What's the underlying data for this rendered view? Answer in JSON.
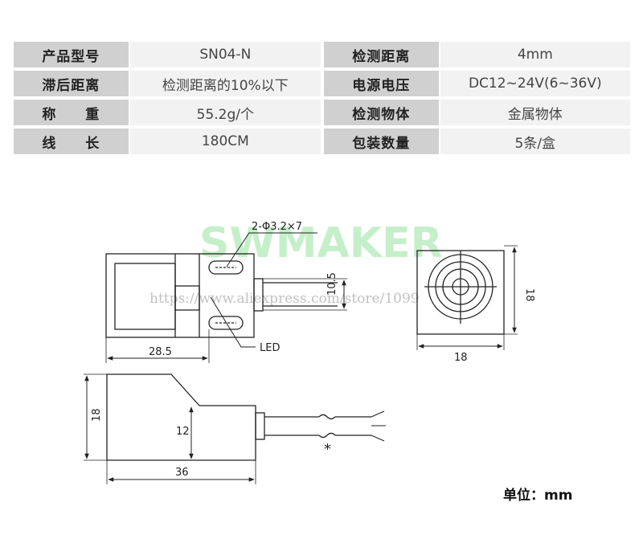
{
  "specs": [
    {
      "label1": "产品型号",
      "value1": "SN04-N",
      "label2": "检测距离",
      "value2": "4mm"
    },
    {
      "label1": "滞后距离",
      "value1": "检测距离的10%以下",
      "label2": "电源电压",
      "value2": "DC12~24V(6~36V)"
    },
    {
      "label1": "称　　重",
      "value1": "55.2g/个",
      "label2": "检测物体",
      "value2": "金属物体"
    },
    {
      "label1": "线　　长",
      "value1": "180CM",
      "label2": "包装数量",
      "value2": "5条/盒"
    }
  ],
  "diagram": {
    "hole_label": "2-Φ3.2×7",
    "led_label": "LED",
    "dim_length_top": "28.5",
    "dim_height_top": "10.5",
    "dim_side_width": "18",
    "dim_side_height": "18",
    "dim_body_height": "18",
    "dim_mid_height": "12",
    "dim_body_length": "36",
    "cable_mark": "*"
  },
  "watermark": {
    "brand": "SWMAKER",
    "url": "https://www.aliexpress.com/store/1099"
  },
  "unit_label": "单位：mm",
  "colors": {
    "label_bg": "#d0d0d0",
    "value_bg": "#f2f2f2",
    "watermark": "#7fdc8a"
  }
}
